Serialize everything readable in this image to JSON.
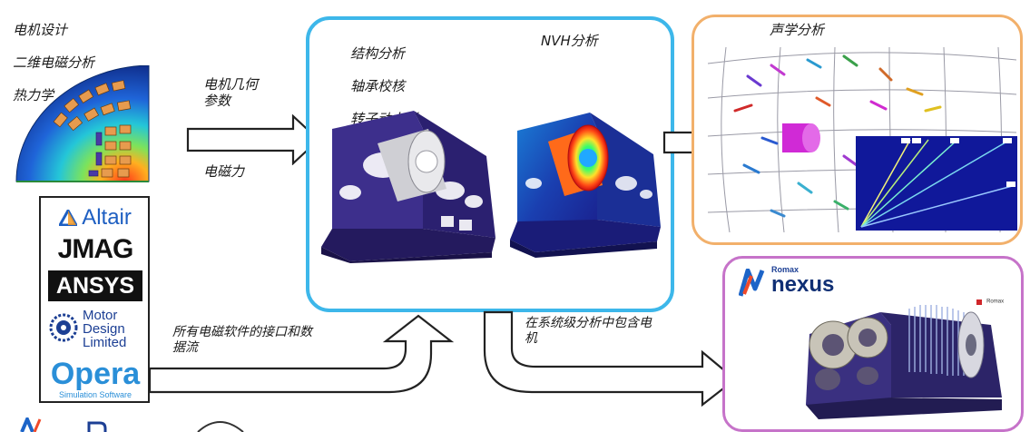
{
  "em_labels": [
    "电机设计",
    "二维电磁分析",
    "热力学"
  ],
  "arrow_top_label": "电机几何\n参数",
  "arrow_bottom_label": "电磁力",
  "struct_labels": [
    "结构分析",
    "轴承校核",
    "转子动力学"
  ],
  "nvh_label": "NVH分析",
  "acoustic_label": "声学分析",
  "interface_label": "所有电磁软件的接口和数\n据流",
  "system_label": "在系统级分析中包含电\n机",
  "logos": {
    "altair": "Altair",
    "jmag": "JMAG",
    "ansys": "ANSYS",
    "mdl": [
      "Motor",
      "Design",
      "Limited"
    ],
    "opera": "Opera",
    "opera_sub": "Simulation Software"
  },
  "nexus": {
    "brand": "Romax",
    "product": "nexus",
    "corner_brand": "Romax"
  },
  "colors": {
    "struct_border": "#3db7ea",
    "acoustic_border": "#f2b06b",
    "nexus_border": "#c673c9",
    "part_purple": "#3d2f8c"
  }
}
